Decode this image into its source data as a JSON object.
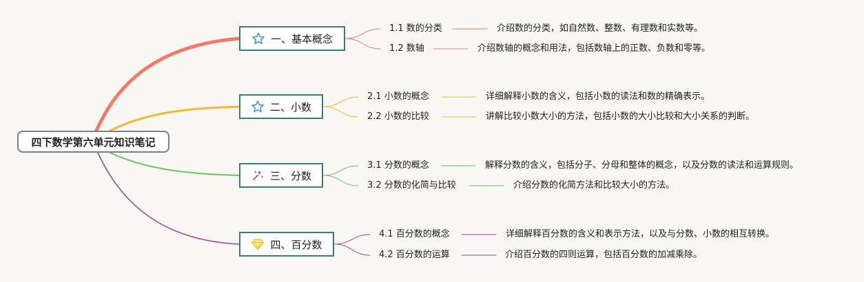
{
  "root": {
    "label": "四下数学第六单元知识笔记"
  },
  "branches": [
    {
      "label": "一、基本概念",
      "icon": "star-icon",
      "color": "#f07b69",
      "items": [
        {
          "label": "1.1 数的分类",
          "desc": "介绍数的分类，如自然数、整数、有理数和实数等。"
        },
        {
          "label": "1.2 数轴",
          "desc": "介绍数轴的概念和用法，包括数轴上的正数、负数和零等。"
        }
      ]
    },
    {
      "label": "二、小数",
      "icon": "star-icon",
      "color": "#f4b832",
      "items": [
        {
          "label": "2.1 小数的概念",
          "desc": "详细解释小数的含义，包括小数的读法和数的精确表示。"
        },
        {
          "label": "2.2 小数的比较",
          "desc": "讲解比较小数大小的方法，包括小数的大小比较和大小关系的判断。"
        }
      ]
    },
    {
      "label": "三、分数",
      "icon": "sparkle-icon",
      "color": "#6cc160",
      "items": [
        {
          "label": "3.1 分数的概念",
          "desc": "解释分数的含义，包括分子、分母和整体的概念，以及分数的读法和运算规则。"
        },
        {
          "label": "3.2 分数的化简与比较",
          "desc": "介绍分数的化简方法和比较大小的方法。"
        }
      ]
    },
    {
      "label": "四、百分数",
      "icon": "diamond-icon",
      "color": "#9e4d92",
      "items": [
        {
          "label": "4.1 百分数的概念",
          "desc": "详细解释百分数的含义和表示方法，以及与分数、小数的相互转换。"
        },
        {
          "label": "4.2 百分数的运算",
          "desc": "介绍百分数的四则运算，包括百分数的加减乘除。"
        }
      ]
    }
  ],
  "icon_colors": {
    "star": "#3a8fd6",
    "sparkle": "#d6336c",
    "diamond": "#e6c321"
  }
}
